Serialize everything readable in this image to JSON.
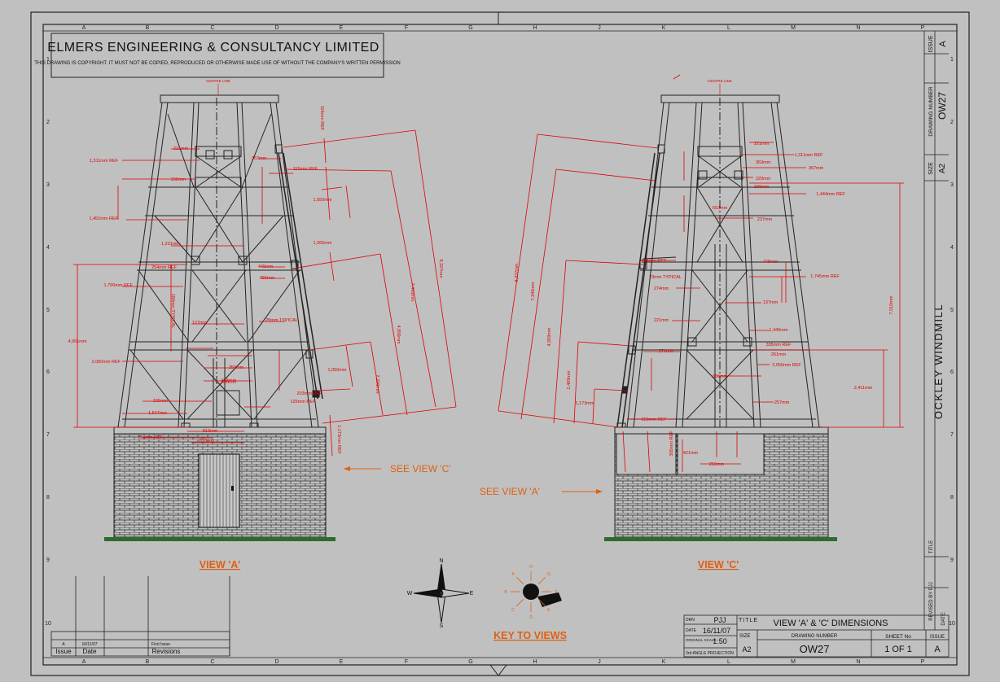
{
  "company": {
    "name": "ELMERS ENGINEERING & CONSULTANCY LIMITED",
    "copyright": "THIS DRAWING IS COPYRIGHT. IT MUST NOT BE COPIED, REPRODUCED OR OTHERWISE MADE USE OF WITHOUT THE COMPANY'S WRITTEN PERMISSION"
  },
  "grid": {
    "columns": [
      "A",
      "B",
      "C",
      "D",
      "E",
      "F",
      "G",
      "H",
      "J",
      "K",
      "L",
      "M",
      "N",
      "P"
    ],
    "rows": [
      "1",
      "2",
      "3",
      "4",
      "5",
      "6",
      "7",
      "8",
      "9",
      "10"
    ]
  },
  "views": {
    "view_a_label": "VIEW 'A'",
    "view_c_label": "VIEW 'C'",
    "see_view_c": "SEE VIEW 'C'",
    "see_view_a": "SEE VIEW 'A'",
    "key_label": "KEY TO VIEWS",
    "centre_line": "CENTRE LINE"
  },
  "key_letters": [
    "A",
    "B",
    "C",
    "D",
    "E",
    "F",
    "G",
    "H"
  ],
  "compass": [
    "N",
    "E",
    "S",
    "W"
  ],
  "dims_a": [
    "1,311mm REF",
    "221mm",
    "363mm",
    "116mm REF",
    "115mm REF",
    "196mm",
    "1,451mm REF",
    "1,050mm",
    "1,265mm",
    "1,231mm",
    "254mm REF",
    "445mm",
    "455mm",
    "1,790mm REF",
    "180mm TYPICAL",
    "25mm TYPICAL",
    "127mm",
    "1,050mm",
    "4,951mm",
    "2,050mm REF",
    "359mm",
    "565mm",
    "655mm",
    "335mm",
    "1,547mm",
    "254mm REF",
    "813mm",
    "810mm",
    "7,443mm",
    "8,327mm",
    "4,956mm",
    "2,220mm",
    "1,173mm REF",
    "203mm REF",
    "125mm REF"
  ],
  "dims_c": [
    "221mm",
    "1,311mm REF",
    "363mm",
    "367mm",
    "229mm",
    "196mm",
    "1,444mm REF",
    "653mm",
    "237mm",
    "254mm REF",
    "23mm TYPICAL",
    "445mm",
    "1,745mm REF",
    "274mm",
    "137mm",
    "221mm",
    "1,440mm",
    "271mm",
    "335mm REF",
    "261mm",
    "2,050mm REF",
    "655mm",
    "257mm",
    "8,327mm",
    "7,345mm",
    "4,559mm",
    "2,409mm",
    "1,173mm",
    "7,510mm",
    "2,411mm",
    "250mm REF",
    "421mm",
    "250mm",
    "305mm REF"
  ],
  "revisions": {
    "headers": [
      "Issue",
      "Date",
      "Revisions"
    ],
    "rows": [
      [
        "A",
        "16/11/07",
        "First Issue"
      ]
    ]
  },
  "title_block": {
    "drn_label": "DRN",
    "drn": "PJJ",
    "title_label": "TITLE",
    "title": "VIEW 'A' & 'C' DIMENSIONS",
    "date_label": "DATE",
    "date": "16/11/07",
    "scale_label": "ORIGINAL SCALE",
    "scale": "1:50",
    "projection": "3rd ANGLE PROJECTION",
    "size_label": "SIZE",
    "size": "A2",
    "drawing_number_label": "DRAWING NUMBER",
    "drawing_number": "OW27",
    "sheet_label": "SHEET No",
    "sheet": "1 OF 1",
    "issue_label": "ISSUE",
    "issue": "A"
  },
  "side_block": {
    "issue_label": "ISSUE",
    "issue": "A",
    "drawing_number_label": "DRAWING NUMBER",
    "drawing_number": "OW27",
    "size_label": "SIZE",
    "size": "A2",
    "project": "OCKLEY WINDMILL",
    "title_label": "TITLE",
    "revised_label": "REVISED BY PJJ",
    "date_label": "DATE:"
  }
}
